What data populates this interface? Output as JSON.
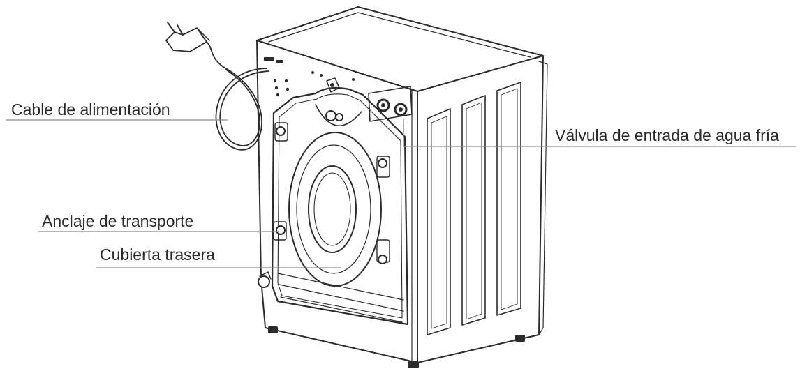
{
  "diagram": {
    "labels": {
      "power_cable": "Cable de alimentación",
      "cold_water_valve": "Válvula de entrada de agua fría",
      "transport_anchor": "Anclaje de transporte",
      "rear_cover": "Cubierta trasera"
    },
    "colors": {
      "line": "#2b2b2b",
      "leader": "#8a8a8a",
      "text": "#2a2a2a"
    }
  }
}
